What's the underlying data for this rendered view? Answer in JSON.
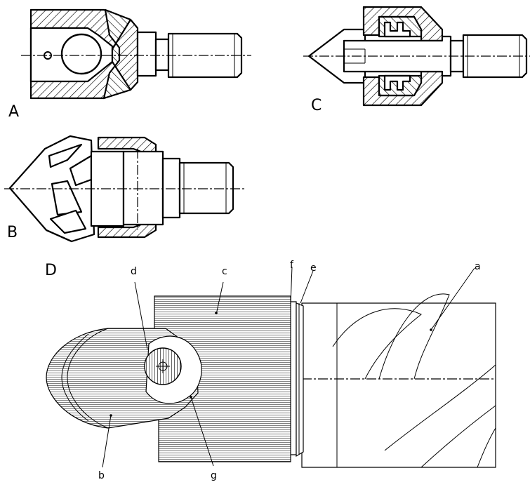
{
  "figure_labels": {
    "a": "A",
    "b": "B",
    "c": "C",
    "d": "D"
  },
  "part_labels": {
    "a": "a",
    "b": "b",
    "c": "c",
    "d": "d",
    "e": "e",
    "f": "f",
    "g": "g"
  }
}
